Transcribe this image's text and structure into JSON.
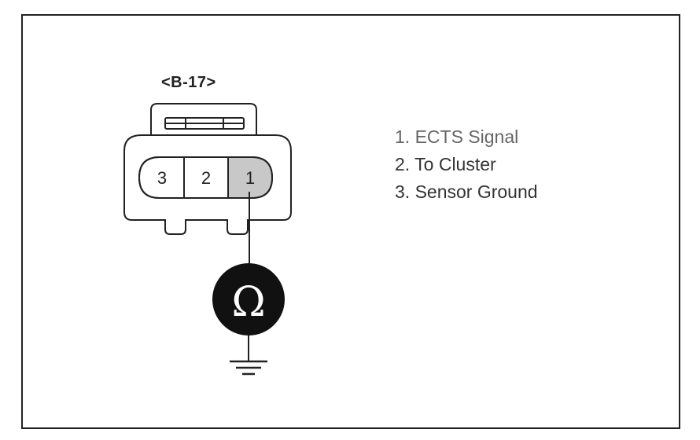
{
  "connector": {
    "label": "<B-17>",
    "pins": [
      {
        "number": "3",
        "highlighted": false
      },
      {
        "number": "2",
        "highlighted": false
      },
      {
        "number": "1",
        "highlighted": true
      }
    ]
  },
  "legend": [
    "1. ECTS Signal",
    "2. To Cluster",
    "3. Sensor Ground"
  ],
  "meter": {
    "symbol": "Ω",
    "icon": "ohmmeter-icon"
  },
  "ground": {
    "icon": "ground-icon"
  },
  "colors": {
    "line": "#222222",
    "highlight_pin": "#c8c8c8",
    "meter_fill": "#111111",
    "meter_symbol": "#ffffff"
  }
}
